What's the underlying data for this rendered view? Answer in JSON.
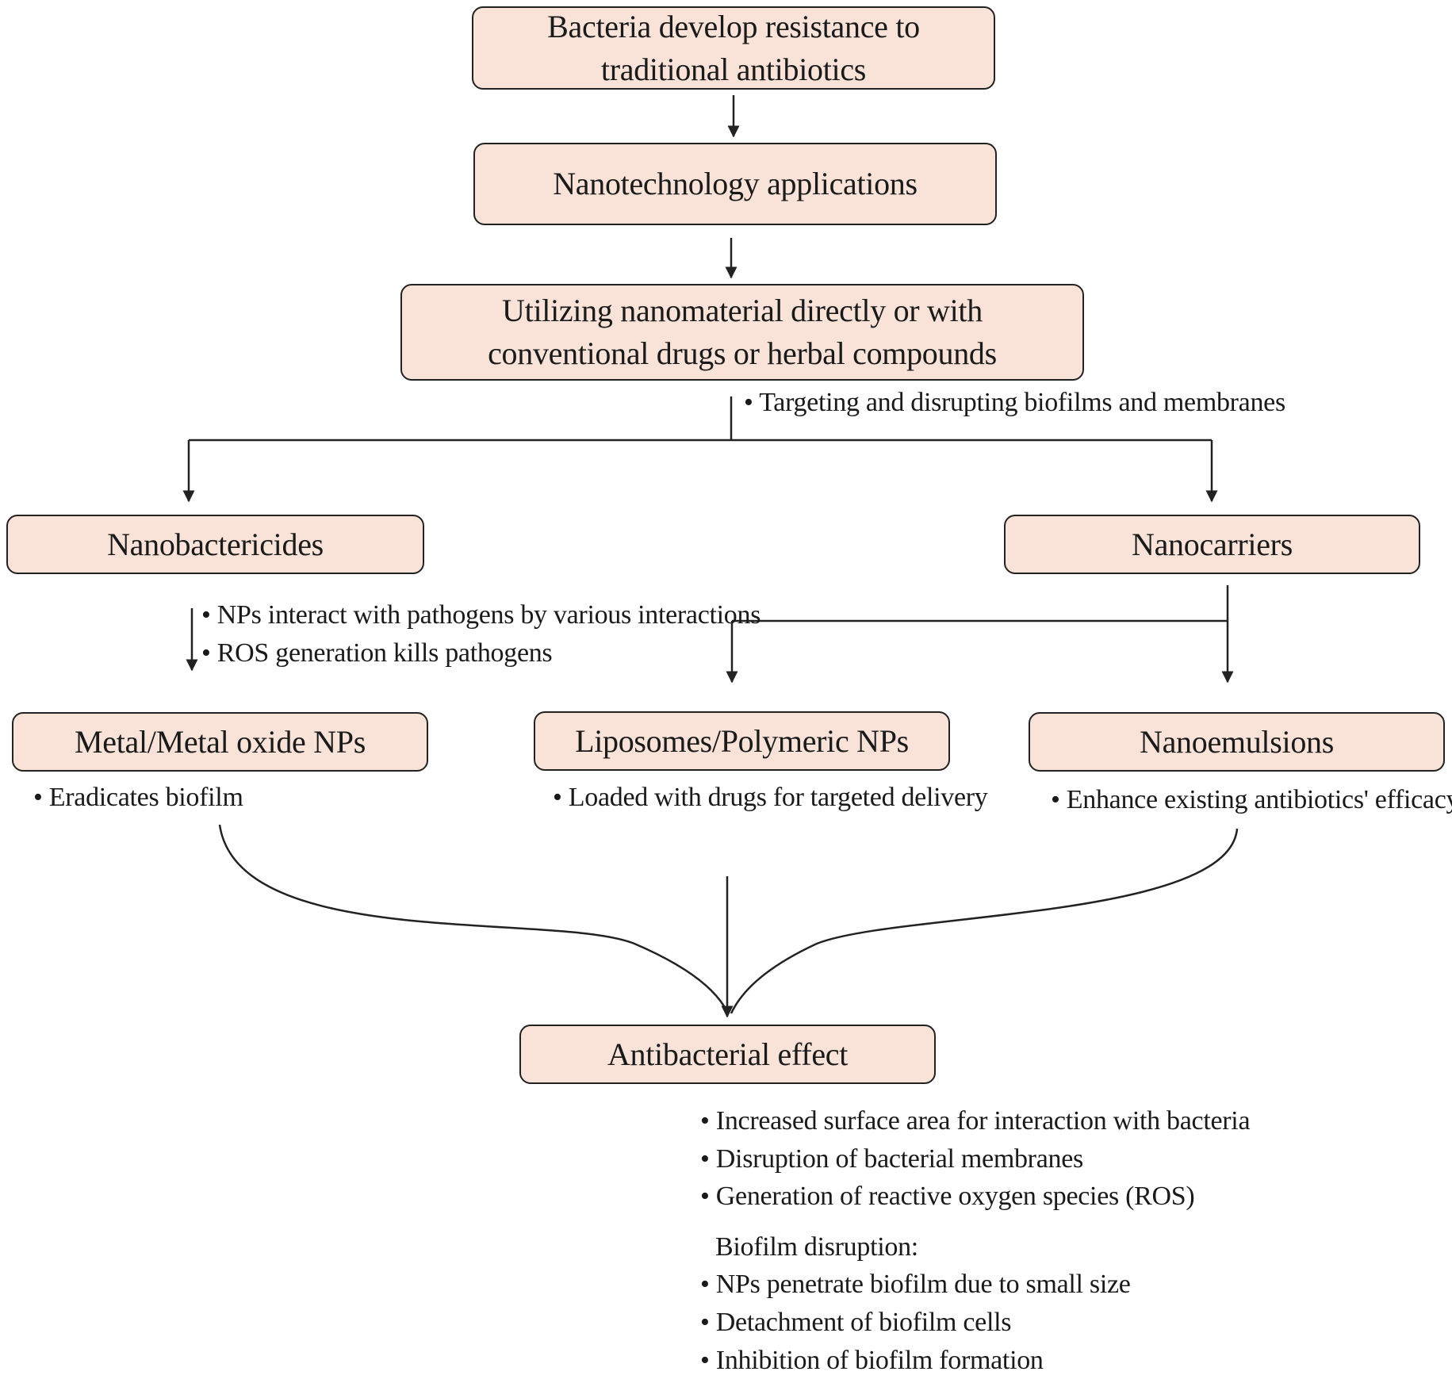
{
  "nodes": {
    "resistance": "Bacteria develop resistance to traditional antibiotics",
    "nanotech": "Nanotechnology applications",
    "utilizing": "Utilizing nanomaterial directly or with conventional drugs or herbal compounds",
    "nanobactericides": "Nanobactericides",
    "nanocarriers": "Nanocarriers",
    "metal": "Metal/Metal oxide NPs",
    "liposomes": "Liposomes/Polymeric NPs",
    "nanoemulsions": "Nanoemulsions",
    "antibacterial": "Antibacterial effect"
  },
  "notes": {
    "targeting": "• Targeting and disrupting biofilms and membranes",
    "nanobactericides": [
      "• NPs interact with pathogens by various interactions",
      "• ROS generation kills pathogens"
    ],
    "metal": "• Eradicates biofilm",
    "liposomes": "• Loaded with drugs for targeted delivery",
    "nanoemulsions": "• Enhance existing antibiotics' efficacy",
    "effect_mechanisms": [
      "• Increased surface area for interaction with bacteria",
      "• Disruption of bacterial membranes",
      "• Generation of reactive oxygen species (ROS)"
    ],
    "biofilm_heading": "Biofilm disruption:",
    "biofilm_items": [
      "• NPs penetrate biofilm due to small size",
      "• Detachment of biofilm cells",
      "• Inhibition of biofilm formation"
    ]
  },
  "colors": {
    "box_fill": "#f9e3d8",
    "stroke": "#222222"
  }
}
